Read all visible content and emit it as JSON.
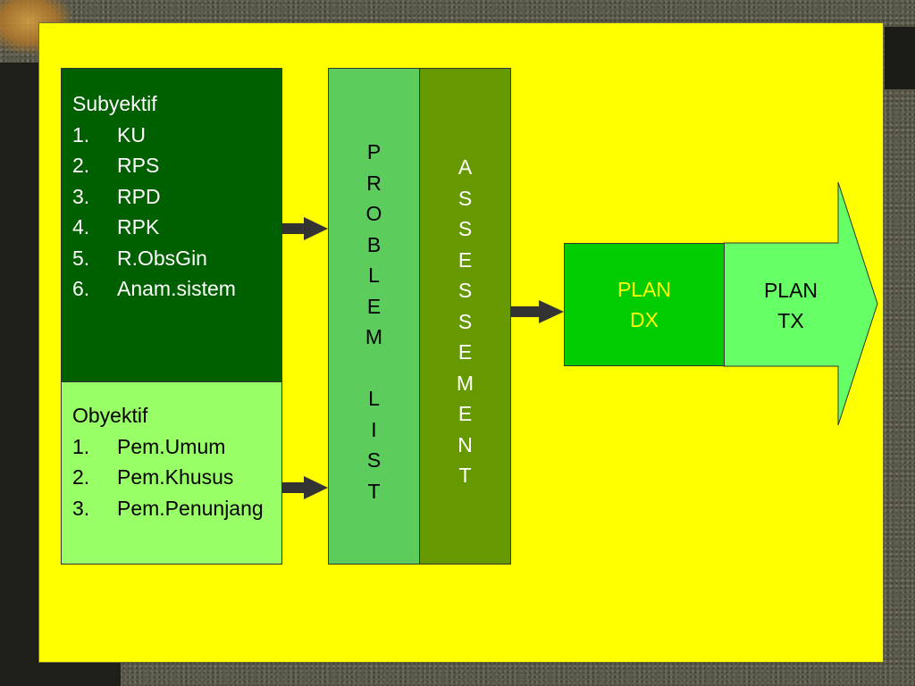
{
  "subjective": {
    "title": "Subyektif",
    "items": [
      {
        "num": "1.",
        "label": "KU"
      },
      {
        "num": "2.",
        "label": "RPS"
      },
      {
        "num": "3.",
        "label": "RPD"
      },
      {
        "num": "4.",
        "label": "RPK"
      },
      {
        "num": "5.",
        "label": "R.ObsGin"
      },
      {
        "num": "6.",
        "label": "Anam.sistem"
      }
    ]
  },
  "objective": {
    "title": "Obyektif",
    "items": [
      {
        "num": "1.",
        "label": "Pem.Umum"
      },
      {
        "num": "2.",
        "label": "Pem.Khusus"
      },
      {
        "num": "3.",
        "label": "Pem.Penunjang"
      }
    ]
  },
  "problem_list": {
    "text": "P\nR\nO\nB\nL\nE\nM\n\nL\nI\nS\nT"
  },
  "assessment": {
    "text": "A\nS\nS\nE\nS\nS\nE\nM\nE\nN\nT"
  },
  "plan_dx": {
    "line1": "PLAN",
    "line2": "DX"
  },
  "plan_tx": {
    "line1": "PLAN",
    "line2": "TX"
  },
  "colors": {
    "slide_bg": "#ffff00",
    "subjective_bg": "#006000",
    "objective_bg": "#99ff66",
    "problem_bg": "#5ccc5c",
    "assessment_bg": "#669900",
    "plan_dx_bg": "#00cc00",
    "plan_tx_bg": "#66ff66",
    "arrow": "#333333"
  }
}
